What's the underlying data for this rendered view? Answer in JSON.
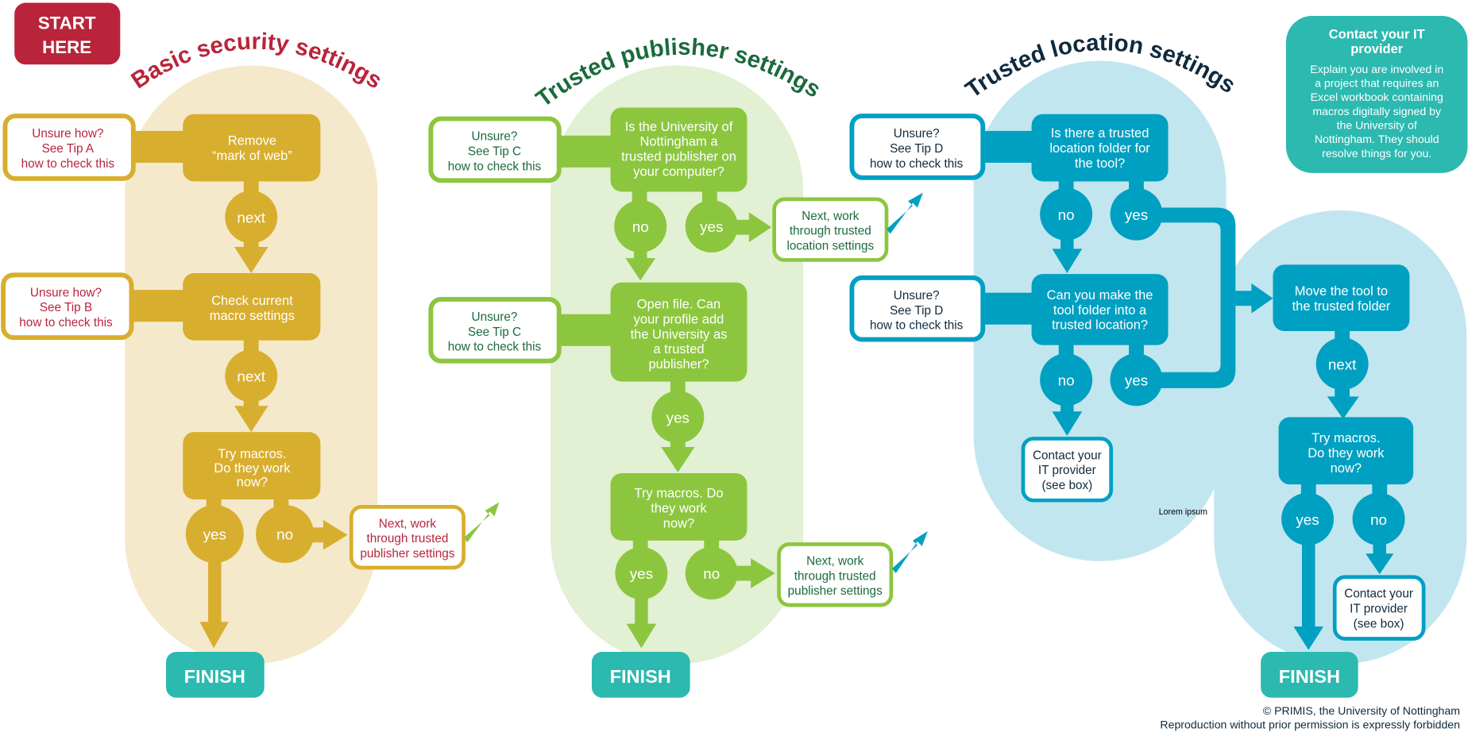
{
  "colors": {
    "start_red": "#b9243a",
    "gold": "#d8ae2e",
    "gold_bg": "#f5e9cb",
    "green": "#8cc63f",
    "green_bg": "#e2f0d3",
    "green_text": "#1b6a3c",
    "blue": "#00a0c2",
    "blue_bg": "#c2e6ef",
    "blue_text": "#0f2a3d",
    "teal": "#2bb9b0",
    "red_text": "#b9243a"
  },
  "start": {
    "line1": "START",
    "line2": "HERE"
  },
  "sections": {
    "basic": {
      "title": "Basic security settings",
      "tip_a": [
        "Unsure how?",
        "See Tip A",
        "how to check this"
      ],
      "tip_b": [
        "Unsure how?",
        "See Tip B",
        "how to check this"
      ],
      "step1": [
        "Remove",
        "“mark of web”"
      ],
      "step2": [
        "Check current",
        "macro settings"
      ],
      "step3": [
        "Try macros.",
        "Do they work",
        "now?"
      ],
      "next1": "next",
      "next2": "next",
      "yes": "yes",
      "no": "no",
      "next_box": [
        "Next, work",
        "through trusted",
        "publisher settings"
      ],
      "finish": "FINISH"
    },
    "publisher": {
      "title": "Trusted publisher settings",
      "tip_c1": [
        "Unsure?",
        "See Tip C",
        "how to check this"
      ],
      "tip_c2": [
        "Unsure?",
        "See Tip C",
        "how to check this"
      ],
      "q1": [
        "Is the University of",
        "Nottingham a",
        "trusted publisher on",
        "your computer?"
      ],
      "q1_no": "no",
      "q1_yes": "yes",
      "next_location": [
        "Next, work",
        "through trusted",
        "location settings"
      ],
      "q2": [
        "Open file. Can",
        "your profile add",
        "the University as",
        "a trusted",
        "publisher?"
      ],
      "q2_yes": "yes",
      "q3": [
        "Try macros. Do",
        "they work",
        "now?"
      ],
      "q3_yes": "yes",
      "q3_no": "no",
      "next_box": [
        "Next, work",
        "through trusted",
        "publisher settings"
      ],
      "finish": "FINISH"
    },
    "location": {
      "title": "Trusted location settings",
      "tip_d1": [
        "Unsure?",
        "See Tip D",
        "how to check this"
      ],
      "tip_d2": [
        "Unsure?",
        "See Tip D",
        "how to check this"
      ],
      "q1": [
        "Is there a trusted",
        "location folder for",
        "the tool?"
      ],
      "q1_no": "no",
      "q1_yes": "yes",
      "q2": [
        "Can you make the",
        "tool folder into a",
        "trusted location?"
      ],
      "q2_no": "no",
      "q2_yes": "yes",
      "contact1": [
        "Contact your",
        "IT provider",
        "(see box)"
      ],
      "move": [
        "Move the tool to",
        "the trusted folder"
      ],
      "next": "next",
      "q3": [
        "Try macros.",
        "Do they work",
        "now?"
      ],
      "q3_yes": "yes",
      "q3_no": "no",
      "contact2": [
        "Contact your",
        "IT provider",
        "(see box)"
      ],
      "finish": "FINISH",
      "lorem": "Lorem ipsum"
    }
  },
  "contact_box": {
    "title": [
      "Contact your IT",
      "provider"
    ],
    "body": [
      "Explain you are involved in",
      "a project that requires an",
      "Excel workbook containing",
      "macros digitally signed by",
      "the University of",
      "Nottingham. They should",
      "resolve things for you."
    ]
  },
  "footer": {
    "line1": "© PRIMIS, the University of Nottingham",
    "line2": "Reproduction without prior permission is expressly forbidden"
  }
}
